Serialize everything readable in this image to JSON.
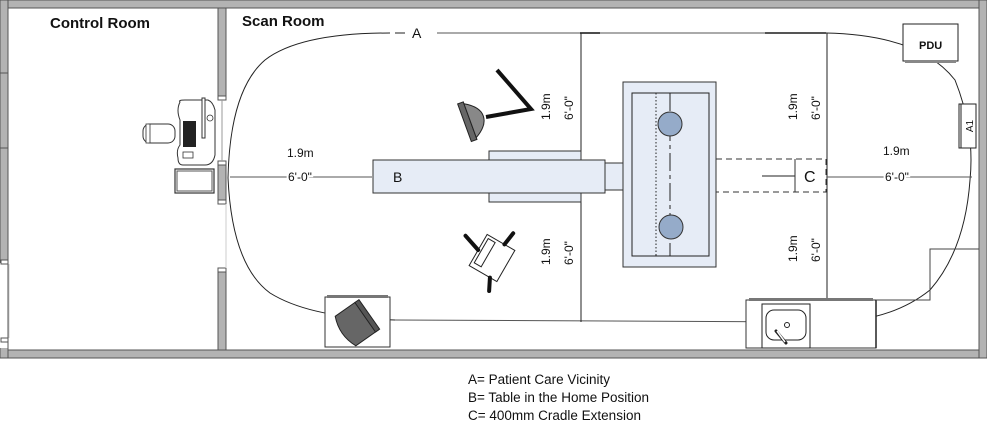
{
  "rooms": {
    "control_room": "Control Room",
    "scan_room": "Scan Room"
  },
  "markers": {
    "a": "A",
    "b": "B",
    "c": "C"
  },
  "equipment": {
    "pdu": "PDU",
    "a1": "A1"
  },
  "dimensions": {
    "metric": "1.9m",
    "imperial": "6'-0\""
  },
  "legend": [
    "A= Patient Care Vicinity",
    "B= Table in the Home Position",
    "C= 400mm Cradle Extension"
  ],
  "colors": {
    "wall": "#b3b3b3",
    "table_fill": "#e6ecf6",
    "circle_fill": "#95abc9"
  }
}
